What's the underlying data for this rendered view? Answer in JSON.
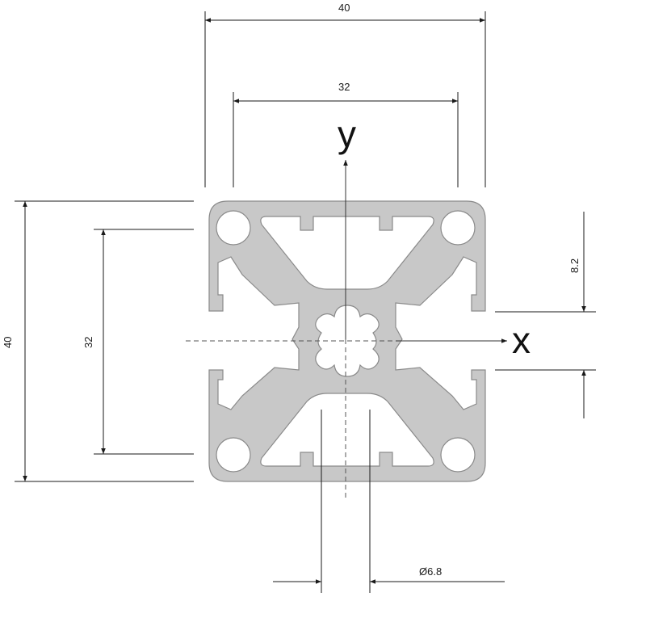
{
  "profile": {
    "fill_color": "#c8c8c8",
    "outline_color": "#8a8a8a",
    "hole_fill": "#ffffff"
  },
  "dimensions": {
    "top_outer": "40",
    "top_inner": "32",
    "left_outer": "40",
    "left_inner": "32",
    "right_slot": "8.2",
    "bottom_bore": "Ø6.8"
  },
  "axes": {
    "x_label": "x",
    "y_label": "y"
  }
}
